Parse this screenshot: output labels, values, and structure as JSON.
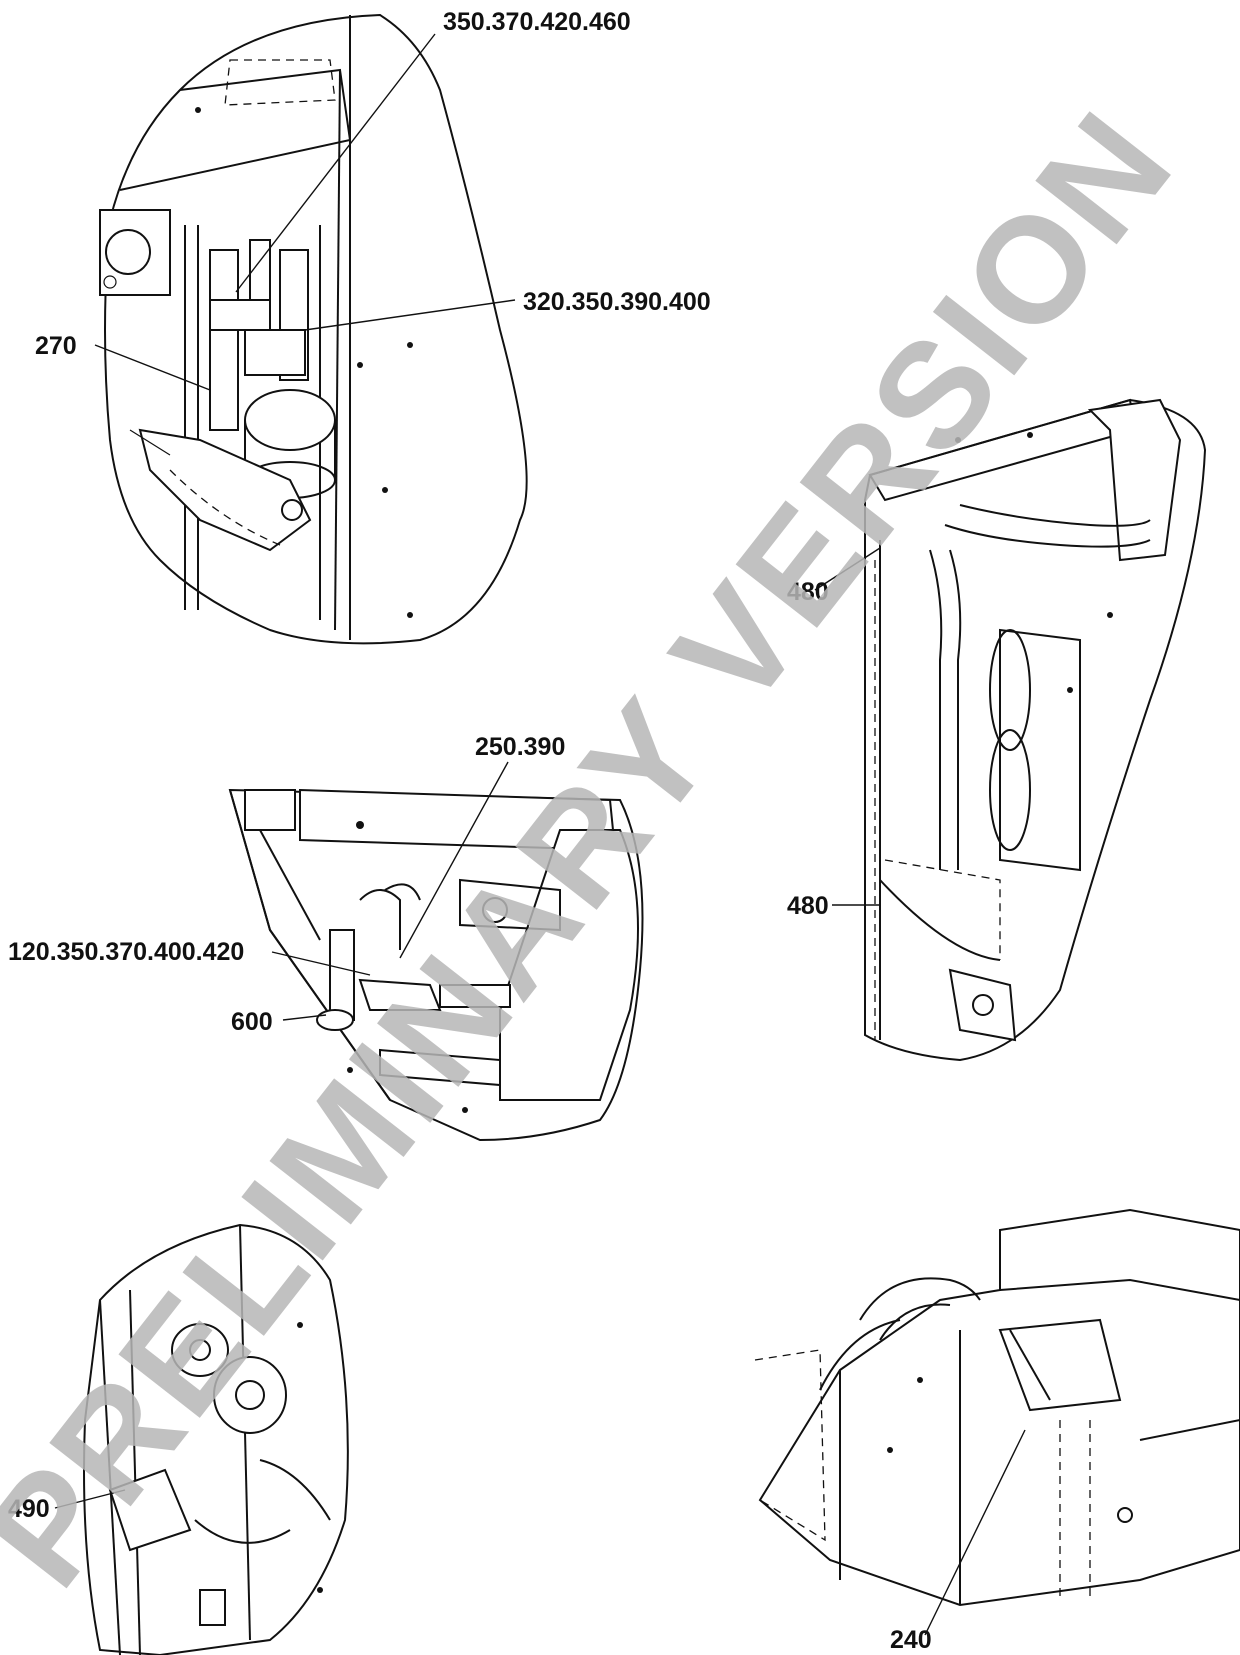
{
  "callouts": {
    "c1": "350.370.420.460",
    "c2": "320.350.390.400",
    "c3": "270",
    "c4": "480",
    "c5": "250.390",
    "c6": "120.350.370.400.420",
    "c7": "600",
    "c8": "480",
    "c9": "490",
    "c10": "240"
  },
  "watermark": "PRELIMINARY VERSION"
}
